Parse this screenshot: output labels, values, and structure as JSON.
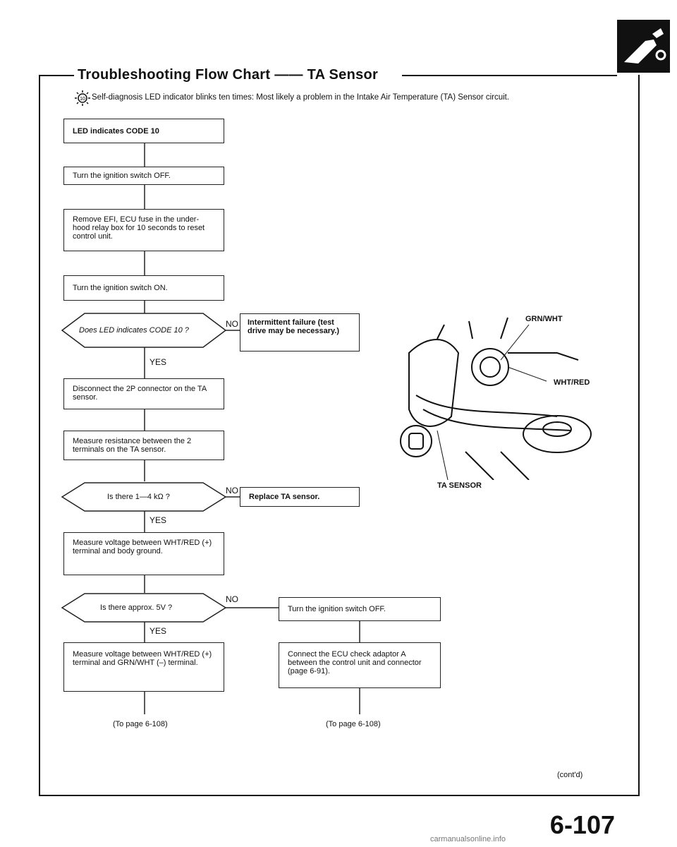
{
  "header": {
    "title": "Troubleshooting Flow Chart —— TA Sensor",
    "note_icon": "sun-10-icon",
    "note": "Self-diagnosis LED indicator blinks ten times: Most likely a problem in the Intake Air Temperature (TA) Sensor circuit."
  },
  "flow": {
    "s1": "LED indicates CODE 10",
    "s2": "Turn the ignition switch OFF.",
    "s3": "Remove EFI, ECU fuse in the under-hood relay box for 10 seconds to reset control unit.",
    "s4": "Turn the ignition switch ON.",
    "d1": "Does LED indicates CODE 10 ?",
    "d1_no": "NO",
    "d1_yes": "YES",
    "r1": "Intermittent failure (test drive may be necessary.)",
    "s5": "Disconnect the 2P connector on the TA sensor.",
    "s6": "Measure resistance between the 2 terminals on the TA sensor.",
    "d2": "Is there 1—4 kΩ ?",
    "d2_no": "NO",
    "d2_yes": "YES",
    "r2": "Replace TA sensor.",
    "s7": "Measure voltage between WHT/RED (+) terminal and body ground.",
    "d3": "Is there approx. 5V ?",
    "d3_no": "NO",
    "d3_yes": "YES",
    "r3": "Turn the ignition switch OFF.",
    "r4": "Connect the ECU check adaptor A between the control unit and connector (page 6-91).",
    "s8": "Measure voltage between WHT/RED (+) terminal and GRN/WHT (–) terminal.",
    "to_left": "(To page 6-108)",
    "to_right": "(To page 6-108)"
  },
  "photo": {
    "label_top": "GRN/WHT",
    "label_right": "WHT/RED",
    "label_bottom": "TA SENSOR"
  },
  "footer": {
    "contd": "(cont'd)",
    "page": "6-107",
    "watermark": "carmanualsonline.info"
  }
}
